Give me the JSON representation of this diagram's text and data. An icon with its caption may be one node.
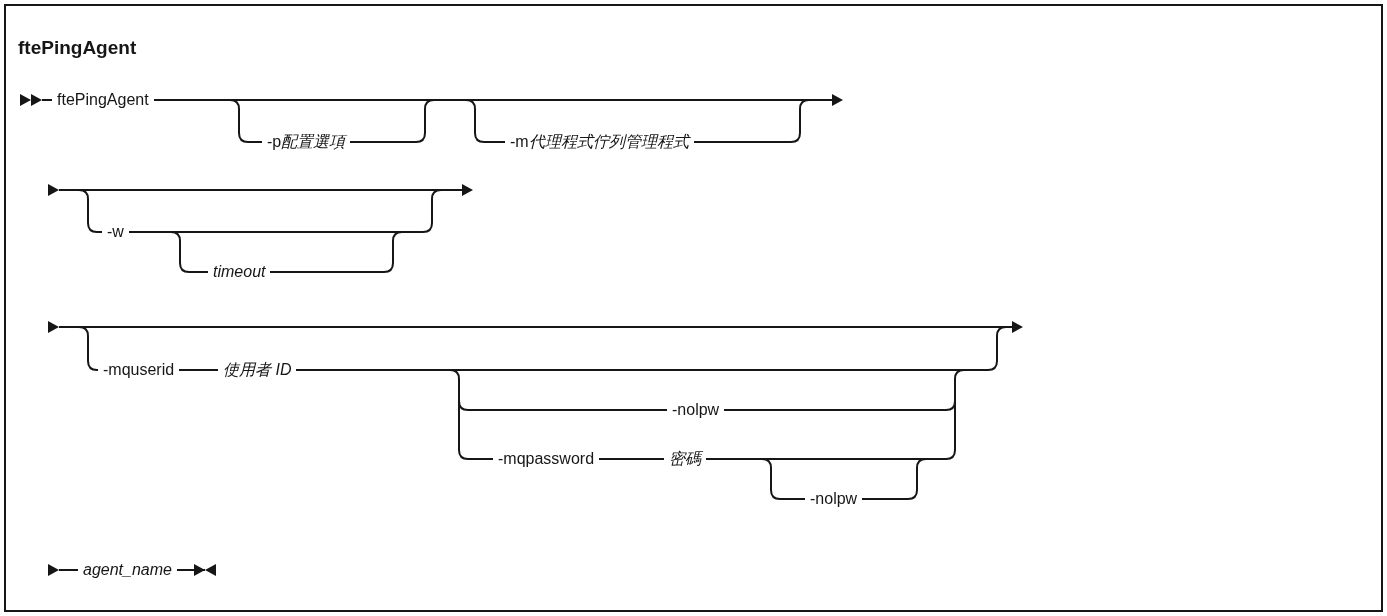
{
  "diagram": {
    "title": "ftePingAgent",
    "labels": [
      "ftePingAgent",
      "-p",
      "配置選項",
      "-m",
      "代理程式佇列管理程式",
      "-w",
      "timeout",
      "-mquserid",
      "使用者 ID",
      "-nolpw",
      "-mqpassword",
      "密碼",
      "-nolpw",
      "agent_name"
    ]
  }
}
